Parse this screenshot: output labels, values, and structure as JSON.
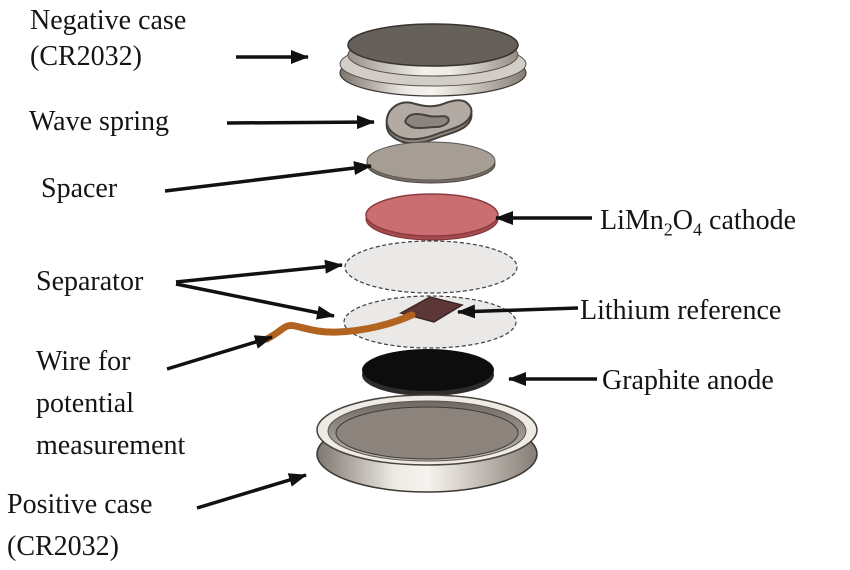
{
  "components": {
    "negative_case": {
      "label_lines": [
        "Negative case",
        "(CR2032)"
      ]
    },
    "wave_spring": {
      "label": "Wave spring"
    },
    "spacer": {
      "label": "Spacer"
    },
    "cathode": {
      "label_parts": {
        "main1": "LiMn",
        "sub1": "2",
        "main2": "O",
        "sub2": "4",
        "rest": " cathode"
      }
    },
    "separator": {
      "label": "Separator"
    },
    "wire": {
      "label_lines": [
        "Wire for",
        "potential",
        "measurement"
      ]
    },
    "lithium_reference": {
      "label": "Lithium reference"
    },
    "graphite_anode": {
      "label": "Graphite anode"
    },
    "positive_case": {
      "label_lines": [
        "Positive case",
        "(CR2032)"
      ]
    }
  },
  "colors": {
    "background": "#ffffff",
    "text": "#151515",
    "arrow": "#111111",
    "cathode": "#cb6e71",
    "cathode_edge": "#8c3c40",
    "cathode_under": "#a34c50",
    "separator": "#eae9e7",
    "separator_edge": "#3f3f3f",
    "lithium": "#5d3737",
    "lithium_edge": "#3c2424",
    "wire": "#b2631f",
    "anode": "#0d0d0d",
    "anode_under": "#2e2c2b",
    "spacer": "#a69e95",
    "spacer_under": "#746d66",
    "wave_spring": "#b3aba3",
    "negative_case_top": "#66605b",
    "flange_top": "#d3cdc7",
    "positive_case_rim": "#eeeae5",
    "positive_case_floor": "#8c837c"
  }
}
